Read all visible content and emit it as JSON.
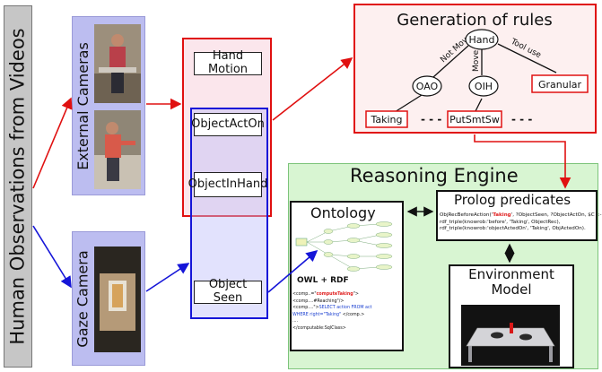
{
  "side_label": "Human Observations from Videos",
  "cameras": {
    "external": "External Cameras",
    "gaze": "Gaze Camera"
  },
  "features": [
    "Hand Motion",
    "ObjectActOn",
    "ObjectInHand",
    "Object Seen"
  ],
  "rules": {
    "title": "Generation of rules",
    "root": "Hand",
    "edges": [
      "Not Move",
      "Move",
      "Tool use"
    ],
    "children": [
      "OAO",
      "OIH"
    ],
    "leaves": [
      "Taking",
      "PutSmtSw",
      "Granular"
    ],
    "ellipsis": "- - -"
  },
  "engine": {
    "title": "Reasoning Engine",
    "ontology": {
      "title": "Ontology",
      "format": "OWL + RDF",
      "code": [
        {
          "pre": "<comp..=\"",
          "hl": "computeTaking",
          "post": "\">"
        },
        {
          "pre": "<comp....#Reaching\"/>",
          "hl": "",
          "post": ""
        },
        {
          "pre": "<comp....\">",
          "hl": "SELECT action FROM act",
          "post": ""
        },
        {
          "pre": "",
          "hl": "WHERE right=\"Taking\"",
          "post": " </comp.>"
        },
        {
          "pre": "....",
          "hl": "",
          "post": ""
        },
        {
          "pre": "</computable:SqlClass>",
          "hl": "",
          "post": ""
        }
      ]
    },
    "prolog": {
      "title": "Prolog predicates",
      "line1_pre": "ObjRecBeforeAction('",
      "line1_hl": "Taking",
      "line1_post": "', ?ObjectSeen, ?ObjectActOn, $C ):-",
      "line2": "rdf_triple(knowrob:'before', 'Taking', ObjectRec),",
      "line3": "rdf_triple(knowrob:'objectActedOn', 'Taking', ObjActedOn)."
    },
    "environment": {
      "title": "Environment Model"
    }
  },
  "colors": {
    "red": "#e01010",
    "blue": "#1515d8",
    "green_panel": "#d8f5d2",
    "pink_panel": "#fdf0f0",
    "camera_panel": "#bcbdf0"
  }
}
